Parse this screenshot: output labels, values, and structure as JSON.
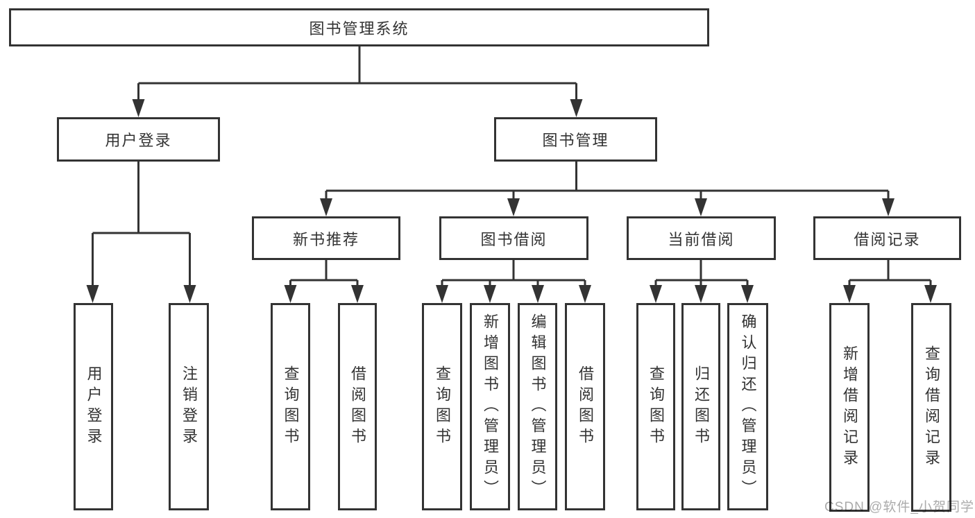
{
  "tree": {
    "label": "图书管理系统",
    "children": [
      {
        "label": "用户登录",
        "children": [
          {
            "label": "用户登录"
          },
          {
            "label": "注销登录"
          }
        ]
      },
      {
        "label": "图书管理",
        "children": [
          {
            "label": "新书推荐",
            "children": [
              {
                "label": "查询图书"
              },
              {
                "label": "借阅图书"
              }
            ]
          },
          {
            "label": "图书借阅",
            "children": [
              {
                "label": "查询图书"
              },
              {
                "label": "新增图书（管理员）"
              },
              {
                "label": "编辑图书（管理员）"
              },
              {
                "label": "借阅图书"
              }
            ]
          },
          {
            "label": "当前借阅",
            "children": [
              {
                "label": "查询图书"
              },
              {
                "label": "归还图书"
              },
              {
                "label": "确认归还（管理员）"
              }
            ]
          },
          {
            "label": "借阅记录",
            "children": [
              {
                "label": "新增借阅记录"
              },
              {
                "label": "查询借阅记录"
              }
            ]
          }
        ]
      }
    ]
  },
  "watermark": {
    "text": "CSDN @软件_小贺同学"
  },
  "colors": {
    "line": "#333333",
    "text": "#333333",
    "watermark": "#ababab",
    "background": "#ffffff"
  }
}
